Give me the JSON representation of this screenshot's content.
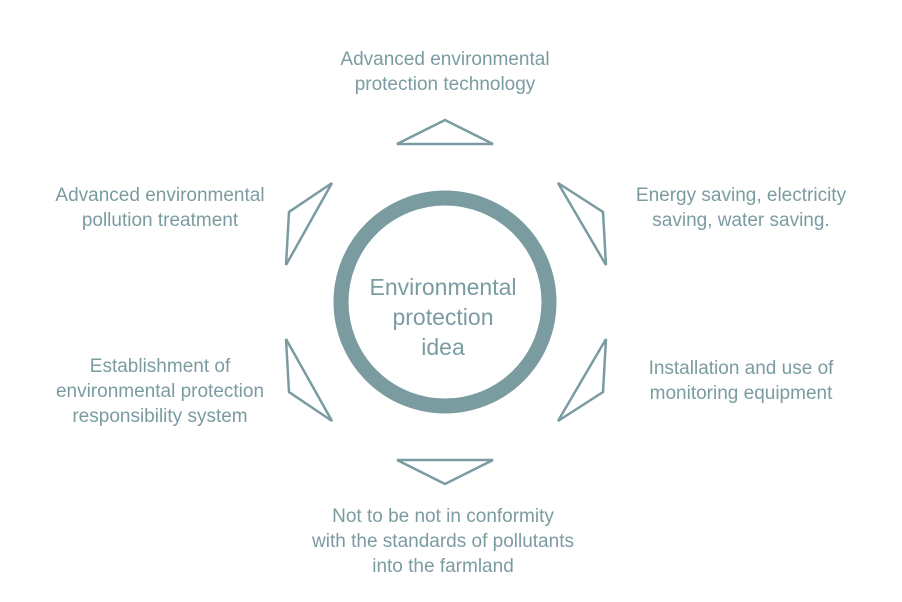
{
  "colors": {
    "accent": "#7a9ca1",
    "background": "#ffffff"
  },
  "center": {
    "lines": [
      "Environmental",
      "protection",
      "idea"
    ]
  },
  "nodes": [
    {
      "id": "top",
      "lines": [
        "Advanced environmental",
        "protection technology"
      ]
    },
    {
      "id": "upper-right",
      "lines": [
        "Energy saving, electricity",
        "saving, water saving."
      ]
    },
    {
      "id": "lower-right",
      "lines": [
        "Installation and use of",
        "monitoring equipment"
      ]
    },
    {
      "id": "bottom",
      "lines": [
        "Not to be not in conformity",
        "with the standards of pollutants",
        "into the farmland"
      ]
    },
    {
      "id": "lower-left",
      "lines": [
        "Establishment of",
        "environmental protection",
        "responsibility system"
      ]
    },
    {
      "id": "upper-left",
      "lines": [
        "Advanced environmental",
        "pollution treatment"
      ]
    }
  ]
}
